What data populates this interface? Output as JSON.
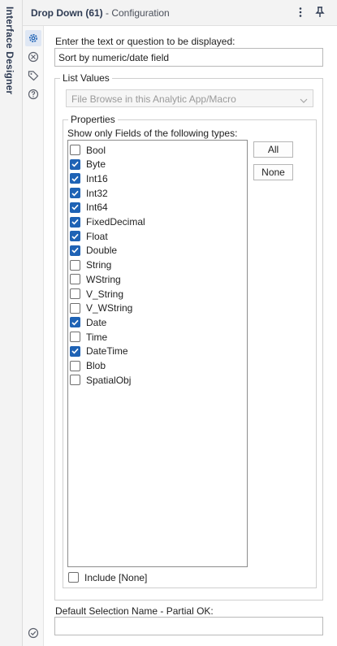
{
  "sidebar": {
    "label": "Interface Designer"
  },
  "header": {
    "title": "Drop Down (61)",
    "subtitle": "- Configuration",
    "more_icon": "vertical-ellipsis-icon",
    "pin_icon": "pin-icon"
  },
  "icon_column": {
    "icons": [
      "gear-icon",
      "tag-circle-icon",
      "tag-icon",
      "help-icon",
      "check-circle-icon"
    ]
  },
  "form": {
    "question_label": "Enter the text or question to be displayed:",
    "question_value": "Sort by numeric/date field",
    "list_values": {
      "legend": "List Values",
      "source_selected": "File Browse in this Analytic App/Macro"
    },
    "properties": {
      "legend": "Properties",
      "field_types_label": "Show only Fields of the following types:",
      "all_label": "All",
      "none_label": "None",
      "field_types": [
        {
          "name": "Bool",
          "checked": false
        },
        {
          "name": "Byte",
          "checked": true
        },
        {
          "name": "Int16",
          "checked": true
        },
        {
          "name": "Int32",
          "checked": true
        },
        {
          "name": "Int64",
          "checked": true
        },
        {
          "name": "FixedDecimal",
          "checked": true
        },
        {
          "name": "Float",
          "checked": true
        },
        {
          "name": "Double",
          "checked": true
        },
        {
          "name": "String",
          "checked": false
        },
        {
          "name": "WString",
          "checked": false
        },
        {
          "name": "V_String",
          "checked": false
        },
        {
          "name": "V_WString",
          "checked": false
        },
        {
          "name": "Date",
          "checked": true
        },
        {
          "name": "Time",
          "checked": false
        },
        {
          "name": "DateTime",
          "checked": true
        },
        {
          "name": "Blob",
          "checked": false
        },
        {
          "name": "SpatialObj",
          "checked": false
        }
      ],
      "include_none_label": "Include [None]",
      "include_none_checked": false
    },
    "default_selection_label": "Default Selection Name - Partial OK:",
    "default_selection_value": ""
  },
  "colors": {
    "accent": "#1f63b5",
    "title": "#2e3b53"
  }
}
